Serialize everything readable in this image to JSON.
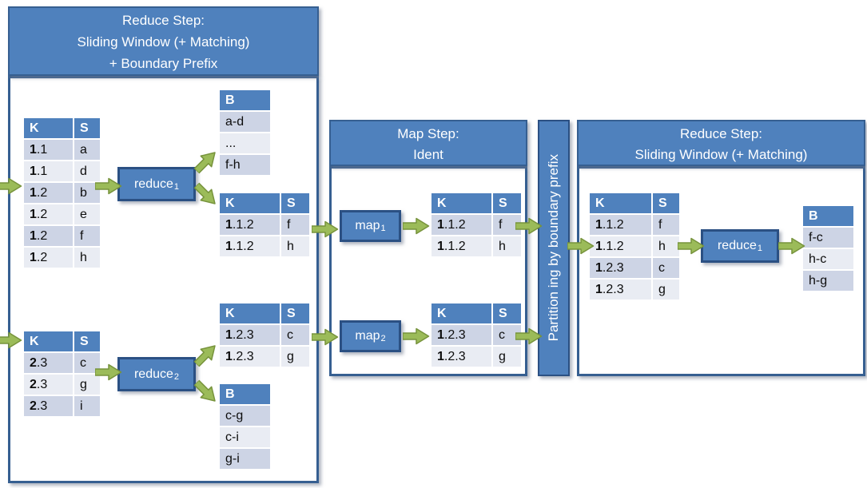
{
  "colors": {
    "accent_blue": "#4F81BD",
    "panel_border": "#365F91",
    "node_border": "#2B5083",
    "row_dark": "#CDD4E5",
    "row_light": "#E9ECF3",
    "arrow_green": "#9BBB59",
    "arrow_outline": "#77933C"
  },
  "left_panel": {
    "title_lines": [
      "Reduce Step:",
      "Sliding Window (+ Matching)",
      "+ Boundary Prefix"
    ],
    "input_table_1": {
      "headers": [
        "K",
        "S"
      ],
      "bold_first": true,
      "rows": [
        [
          "1.1",
          "a"
        ],
        [
          "1.1",
          "d"
        ],
        [
          "1.2",
          "b"
        ],
        [
          "1.2",
          "e"
        ],
        [
          "1.2",
          "f"
        ],
        [
          "1.2",
          "h"
        ]
      ]
    },
    "reduce1": {
      "text": "reduce",
      "sub": "1"
    },
    "boundary_table_1": {
      "headers": [
        "B"
      ],
      "rows": [
        [
          "a-d"
        ],
        [
          "..."
        ],
        [
          "f-h"
        ]
      ]
    },
    "output_table_1": {
      "headers": [
        "K",
        "S"
      ],
      "bold_first": true,
      "rows": [
        [
          "1.1.2",
          "f"
        ],
        [
          "1.1.2",
          "h"
        ]
      ]
    },
    "input_table_2": {
      "headers": [
        "K",
        "S"
      ],
      "bold_first": true,
      "rows": [
        [
          "2.3",
          "c"
        ],
        [
          "2.3",
          "g"
        ],
        [
          "2.3",
          "i"
        ]
      ]
    },
    "reduce2": {
      "text": "reduce",
      "sub": "2"
    },
    "output_table_2": {
      "headers": [
        "K",
        "S"
      ],
      "bold_first": true,
      "rows": [
        [
          "1.2.3",
          "c"
        ],
        [
          "1.2.3",
          "g"
        ]
      ]
    },
    "boundary_table_2": {
      "headers": [
        "B"
      ],
      "rows": [
        [
          "c-g"
        ],
        [
          "c-i"
        ],
        [
          "g-i"
        ]
      ]
    }
  },
  "map_panel": {
    "title_lines": [
      "Map Step:",
      "Ident"
    ],
    "map1": {
      "text": "map",
      "sub": "1"
    },
    "table1": {
      "headers": [
        "K",
        "S"
      ],
      "bold_first": true,
      "rows": [
        [
          "1.1.2",
          "f"
        ],
        [
          "1.1.2",
          "h"
        ]
      ]
    },
    "map2": {
      "text": "map",
      "sub": "2"
    },
    "table2": {
      "headers": [
        "K",
        "S"
      ],
      "bold_first": true,
      "rows": [
        [
          "1.2.3",
          "c"
        ],
        [
          "1.2.3",
          "g"
        ]
      ]
    }
  },
  "partition_bar": {
    "label": "Partition ing by boundary prefix"
  },
  "right_panel": {
    "title_lines": [
      "Reduce Step:",
      "Sliding Window (+ Matching)"
    ],
    "input_table": {
      "headers": [
        "K",
        "S"
      ],
      "bold_first": true,
      "rows": [
        [
          "1.1.2",
          "f"
        ],
        [
          "1.1.2",
          "h"
        ],
        [
          "1.2.3",
          "c"
        ],
        [
          "1.2.3",
          "g"
        ]
      ]
    },
    "reduce1": {
      "text": "reduce",
      "sub": "1"
    },
    "boundary_table": {
      "headers": [
        "B"
      ],
      "rows": [
        [
          "f-c"
        ],
        [
          "h-c"
        ],
        [
          "h-g"
        ]
      ]
    }
  }
}
